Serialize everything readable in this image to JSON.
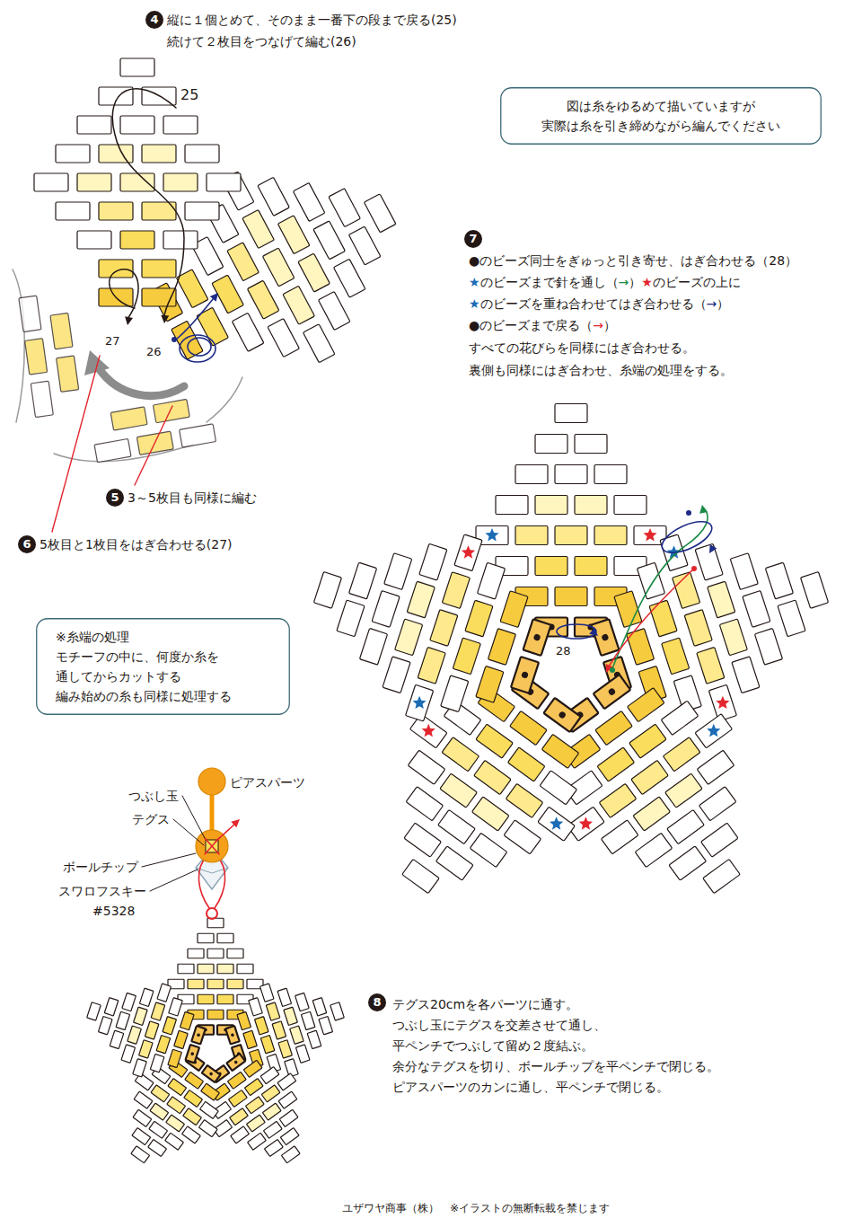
{
  "diagram": {
    "nodes": [
      {
        "text": [
          "4"
        ]
      },
      {
        "text": [
          "図は糸をゆるめて描いていますが 実際は糸を引き締めながら編んでください"
        ]
      },
      {
        "text": [
          "7"
        ]
      },
      {
        "text": [
          "5"
        ]
      },
      {
        "text": [
          "6"
        ]
      },
      {
        "text": [
          "※糸端の処理 モチーフの中に、何度か糸を 通してからカットする 編み始めの糸も同様に処理する"
        ]
      },
      {
        "text": [
          "8"
        ]
      }
    ],
    "labels": [
      "縦に１個とめて、そのまま一番下の段まで戻る(25)",
      "続けて２枚目をつなげて編む(26)",
      "25",
      "●のビーズ同士をぎゅっと引き寄せ、はぎ合わせる（28）",
      "★のビーズまで針を通し（→）★のビーズの上に",
      "★のビーズを重ね合わせてはぎ合わせる（→）",
      "●のビーズまで戻る（→）",
      "すべての花びらを同様にはぎ合わせる。",
      "裏側も同様にはぎ合わせ、糸端の処理をする。",
      "27",
      "26",
      "28",
      "3～5枚目も同様に編む",
      "5枚目と1枚目をはぎ合わせる(27)",
      "ピアスパーツ",
      "つぶし玉",
      "テグス",
      "ボールチップ",
      "スワロフスキー",
      "#5328",
      "テグス20cmを各パーツに通す。",
      "つぶし玉にテグスを交差させて通し、",
      "平ペンチでつぶして留め２度結ぶ。",
      "余分なテグスを切り、ボールチップを平ペンチで閉じる。",
      "ピアスパーツのカンに通し、平ペンチで閉じる。",
      "ユザワヤ商事（株）　※イラストの無断転載を禁じます"
    ]
  }
}
